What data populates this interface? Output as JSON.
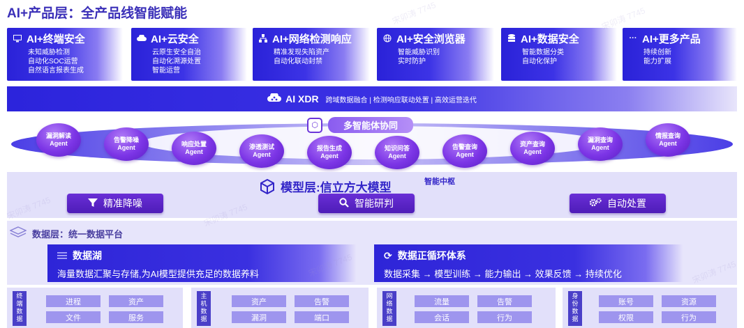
{
  "title": "AI+产品层：全产品线智能赋能",
  "products": [
    {
      "name": "AI+终端安全",
      "icon": "monitor-icon",
      "lines": [
        "未知威胁检测",
        "自动化SOC运营",
        "自然语言报表生成"
      ]
    },
    {
      "name": "AI+云安全",
      "icon": "cloud-icon",
      "lines": [
        "云原生安全自治",
        "自动化溯源处置",
        "智能运营"
      ]
    },
    {
      "name": "AI+网络检测响应",
      "icon": "network-icon",
      "lines": [
        "精准发现失陷资产",
        "自动化联动封禁"
      ]
    },
    {
      "name": "AI+安全浏览器",
      "icon": "globe-icon",
      "lines": [
        "智能威胁识别",
        "实时防护"
      ]
    },
    {
      "name": "AI+数据安全",
      "icon": "database-icon",
      "lines": [
        "智能数据分类",
        "自动化保护"
      ]
    },
    {
      "name": "AI+更多产品",
      "icon": "more-icon",
      "lines": [
        "持续创新",
        "能力扩展"
      ]
    }
  ],
  "xdr": {
    "title": "AI XDR",
    "subtitle": "跨域数据融合 | 检测响应联动处置 | 高效运营迭代",
    "icon": "cloud-network-icon"
  },
  "multi_agent": {
    "label": "多智能体协同",
    "icon": "cube-icon"
  },
  "agents": [
    {
      "name": "漏洞解读",
      "suffix": "Agent"
    },
    {
      "name": "告警降噪",
      "suffix": "Agent"
    },
    {
      "name": "响应处置",
      "suffix": "Agent"
    },
    {
      "name": "渗透测试",
      "suffix": "Agent"
    },
    {
      "name": "报告生成",
      "suffix": "Agent"
    },
    {
      "name": "知识问答",
      "suffix": "Agent"
    },
    {
      "name": "告警查询",
      "suffix": "Agent"
    },
    {
      "name": "资产查询",
      "suffix": "Agent"
    },
    {
      "name": "漏洞查询",
      "suffix": "Agent"
    },
    {
      "name": "情报查询",
      "suffix": "Agent"
    }
  ],
  "model_layer": {
    "title": "模型层:信立方大模型",
    "subtitle": "智能中枢",
    "buttons": [
      {
        "label": "精准降噪",
        "icon": "filter-icon"
      },
      {
        "label": "智能研判",
        "icon": "search-icon"
      },
      {
        "label": "自动处置",
        "icon": "gears-icon"
      }
    ]
  },
  "data_layer": {
    "title": "数据层：统一数据平台",
    "lake": {
      "title": "数据湖",
      "desc": "海量数据汇聚与存储,为AI模型提供充足的数据养料"
    },
    "loop": {
      "title": "数据正循环体系",
      "desc": "数据采集 → 模型训练 → 能力输出 → 效果反馈 → 持续优化"
    }
  },
  "sources": [
    {
      "label": [
        "终",
        "端",
        "数",
        "据"
      ],
      "chips": [
        "进程",
        "资产",
        "文件",
        "服务"
      ]
    },
    {
      "label": [
        "主",
        "机",
        "数",
        "据"
      ],
      "chips": [
        "资产",
        "告警",
        "漏洞",
        "端口"
      ]
    },
    {
      "label": [
        "网",
        "络",
        "数",
        "据"
      ],
      "chips": [
        "流量",
        "告警",
        "会话",
        "行为"
      ]
    },
    {
      "label": [
        "身",
        "份",
        "数",
        "据"
      ],
      "chips": [
        "账号",
        "资源",
        "权限",
        "行为"
      ]
    }
  ],
  "watermark": "宋卯涛 7745",
  "colors": {
    "primary": "#2a22d8",
    "purple": "#6a2fd6",
    "panel": "#e2e0fa",
    "chip": "#9e95ee"
  }
}
